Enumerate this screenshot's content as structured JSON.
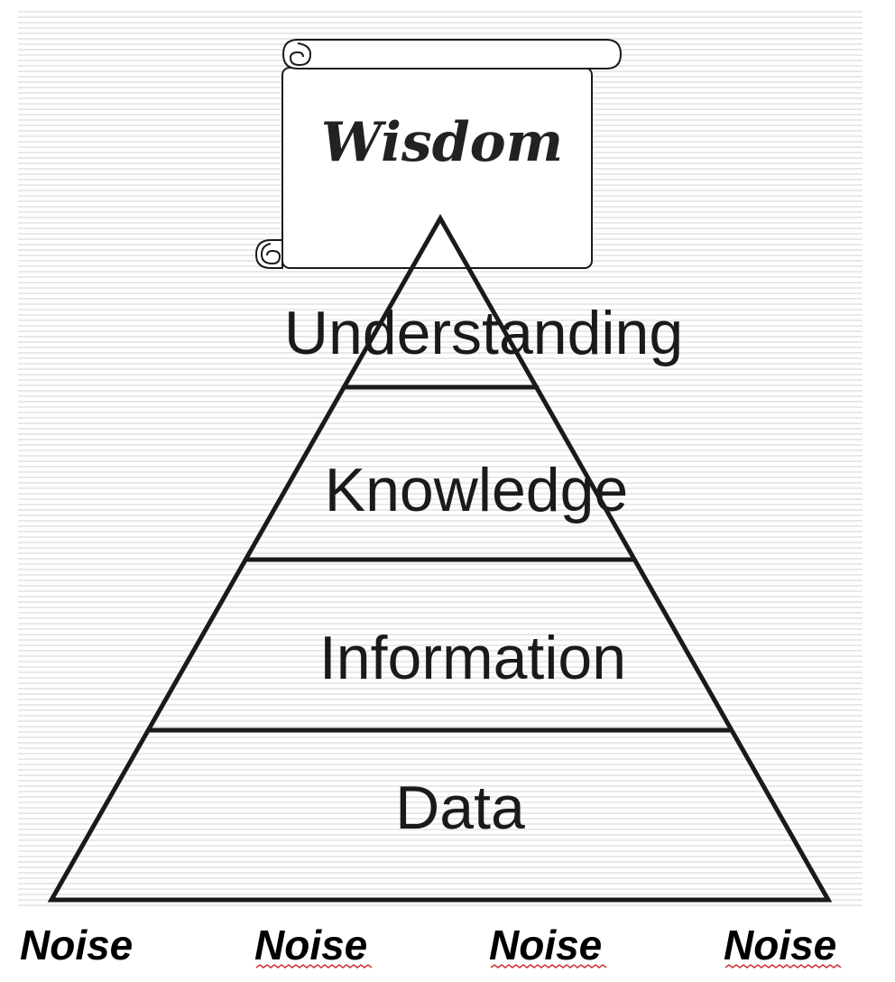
{
  "diagram": {
    "top_label": "Wisdom",
    "layers": [
      {
        "label": "Understanding"
      },
      {
        "label": "Knowledge"
      },
      {
        "label": "Information"
      },
      {
        "label": "Data"
      }
    ],
    "noise_labels": [
      "Noise",
      "Noise",
      "Noise",
      "Noise"
    ]
  },
  "colors": {
    "stroke": "#1a1a1a",
    "background_stripe": "#e6e6e6",
    "squiggle": "#d03030"
  }
}
